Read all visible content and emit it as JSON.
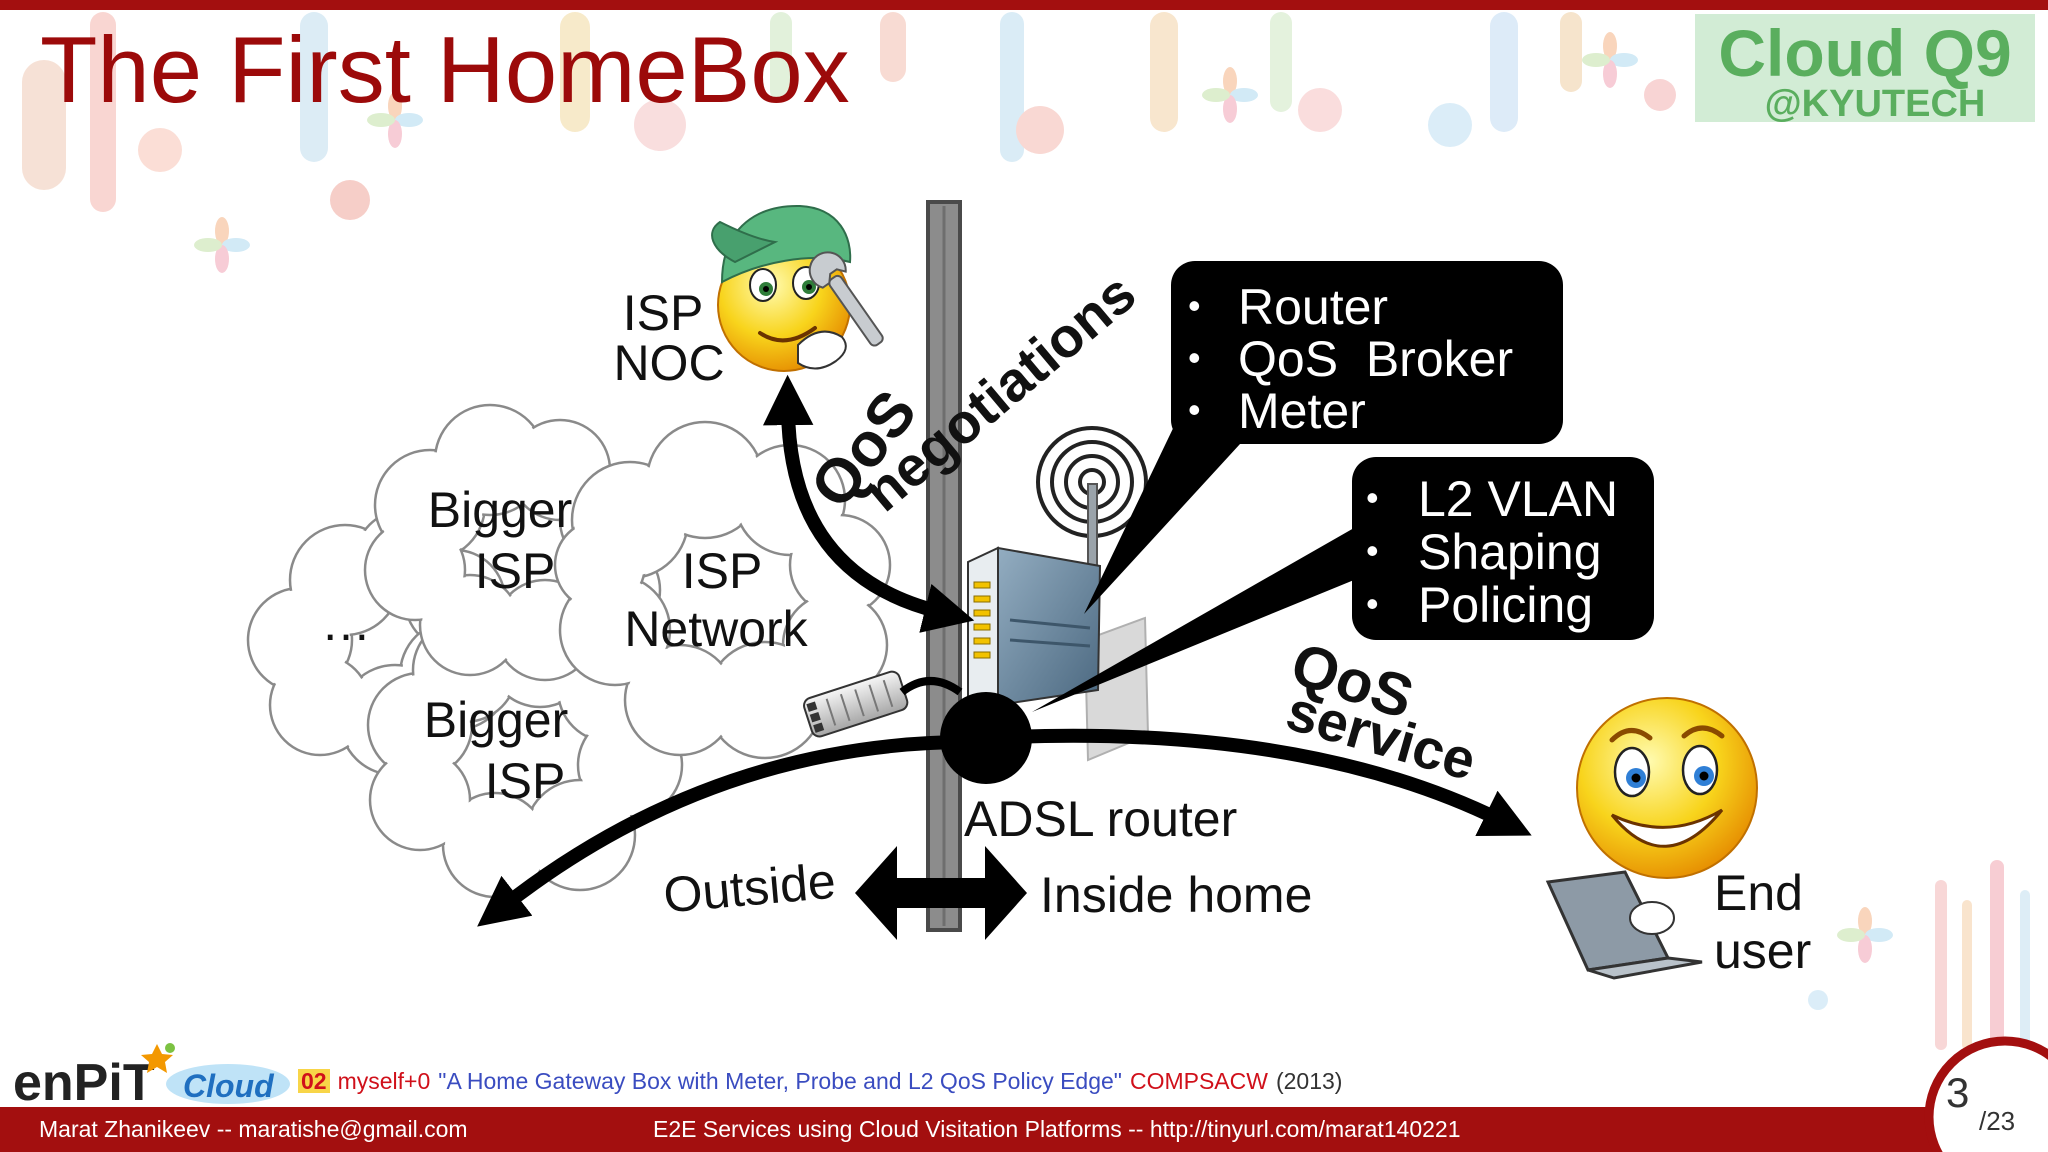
{
  "slide": {
    "title": "The First HomeBox"
  },
  "corner_logo": {
    "name": "Cloud Q9",
    "org": "@KYUTECH"
  },
  "diagram": {
    "bullet": "•",
    "isp_noc": [
      "ISP",
      "NOC"
    ],
    "qos_negotiations": [
      "QoS",
      "negotiations"
    ],
    "router_roles": [
      "Router",
      "QoS  Broker",
      "Meter"
    ],
    "edge_functions": [
      "L2 VLAN",
      "Shaping",
      "Policing"
    ],
    "bigger_isp_upper": [
      "Bigger",
      "ISP"
    ],
    "ellipsis": "…",
    "isp_network": [
      "ISP",
      "Network"
    ],
    "bigger_isp_lower": [
      "Bigger",
      "ISP"
    ],
    "adsl_router": "ADSL router",
    "qos_service": [
      "QoS",
      "service"
    ],
    "outside": "Outside",
    "inside_home": "Inside home",
    "end_user": [
      "End",
      "user"
    ]
  },
  "brand": {
    "enpit": "enPiT",
    "cloud": "Cloud"
  },
  "reference": {
    "number": "02",
    "author": "myself+0",
    "title": "\"A Home Gateway Box with Meter, Probe and L2 QoS Policy Edge\"",
    "venue": "COMPSACW",
    "year": "(2013)"
  },
  "bottom_bar": {
    "author": "Marat Zhanikeev -- maratishe@gmail.com",
    "talk": "E2E Services using Cloud Visitation Platforms -- http://tinyurl.com/marat140221"
  },
  "pagination": {
    "current": "3",
    "total": "/23"
  },
  "icons": {
    "isp_operator": "smiley-with-cap-and-wrench",
    "router": "adsl-router-with-wifi",
    "modem": "modem",
    "end_user": "smiley-with-laptop"
  },
  "colors": {
    "title": "#9c0a0a",
    "bar": "#a30f0f",
    "logo_green": "#5aae5e",
    "callout_bg": "#000000",
    "reference_red": "#d0101a",
    "reference_blue": "#3a4cc0",
    "brand_blue": "#1f6fc0"
  }
}
